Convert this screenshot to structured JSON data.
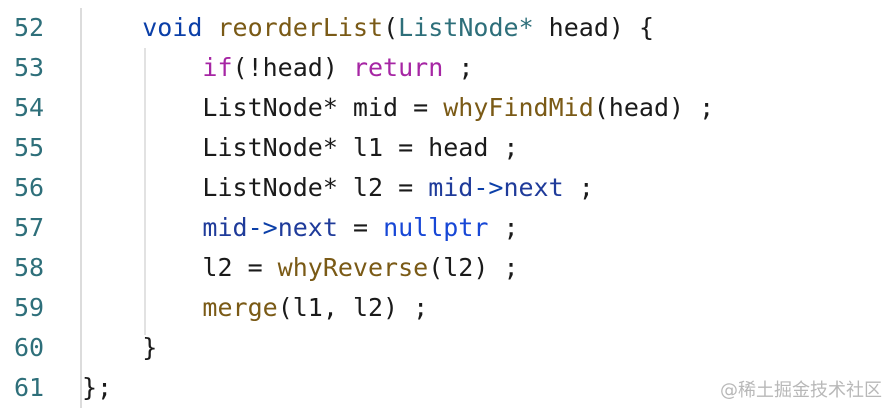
{
  "editor": {
    "lines": [
      {
        "number": "52",
        "tokens": [
          {
            "text": "    ",
            "class": "punct"
          },
          {
            "text": "void",
            "class": "kw-type"
          },
          {
            "text": " ",
            "class": "punct"
          },
          {
            "text": "reorderList",
            "class": "fn"
          },
          {
            "text": "(",
            "class": "punct"
          },
          {
            "text": "ListNode",
            "class": "cls"
          },
          {
            "text": "*",
            "class": "cls"
          },
          {
            "text": " head) {",
            "class": "punct"
          }
        ]
      },
      {
        "number": "53",
        "tokens": [
          {
            "text": "        ",
            "class": "punct"
          },
          {
            "text": "if",
            "class": "kw-ctrl"
          },
          {
            "text": "(!head) ",
            "class": "punct"
          },
          {
            "text": "return",
            "class": "kw-ctrl"
          },
          {
            "text": " ;",
            "class": "punct"
          }
        ]
      },
      {
        "number": "54",
        "tokens": [
          {
            "text": "        ListNode* mid = ",
            "class": "punct"
          },
          {
            "text": "whyFindMid",
            "class": "fn"
          },
          {
            "text": "(head) ;",
            "class": "punct"
          }
        ]
      },
      {
        "number": "55",
        "tokens": [
          {
            "text": "        ListNode* l1 = head ;",
            "class": "punct"
          }
        ]
      },
      {
        "number": "56",
        "tokens": [
          {
            "text": "        ListNode* l2 = ",
            "class": "punct"
          },
          {
            "text": "mid",
            "class": "member"
          },
          {
            "text": "->",
            "class": "ptr-op"
          },
          {
            "text": "next",
            "class": "member"
          },
          {
            "text": " ;",
            "class": "punct"
          }
        ]
      },
      {
        "number": "57",
        "tokens": [
          {
            "text": "        ",
            "class": "punct"
          },
          {
            "text": "mid",
            "class": "member"
          },
          {
            "text": "->",
            "class": "ptr-op"
          },
          {
            "text": "next",
            "class": "member"
          },
          {
            "text": " = ",
            "class": "punct"
          },
          {
            "text": "nullptr",
            "class": "nullptr"
          },
          {
            "text": " ;",
            "class": "punct"
          }
        ]
      },
      {
        "number": "58",
        "tokens": [
          {
            "text": "        l2 = ",
            "class": "punct"
          },
          {
            "text": "whyReverse",
            "class": "fn"
          },
          {
            "text": "(l2) ;",
            "class": "punct"
          }
        ]
      },
      {
        "number": "59",
        "tokens": [
          {
            "text": "        ",
            "class": "punct"
          },
          {
            "text": "merge",
            "class": "fn"
          },
          {
            "text": "(l1, l2) ;",
            "class": "punct"
          }
        ]
      },
      {
        "number": "60",
        "tokens": [
          {
            "text": "    }",
            "class": "punct"
          }
        ]
      },
      {
        "number": "61",
        "tokens": [
          {
            "text": "};",
            "class": "punct"
          }
        ]
      }
    ]
  },
  "watermark": "@稀土掘金技术社区"
}
